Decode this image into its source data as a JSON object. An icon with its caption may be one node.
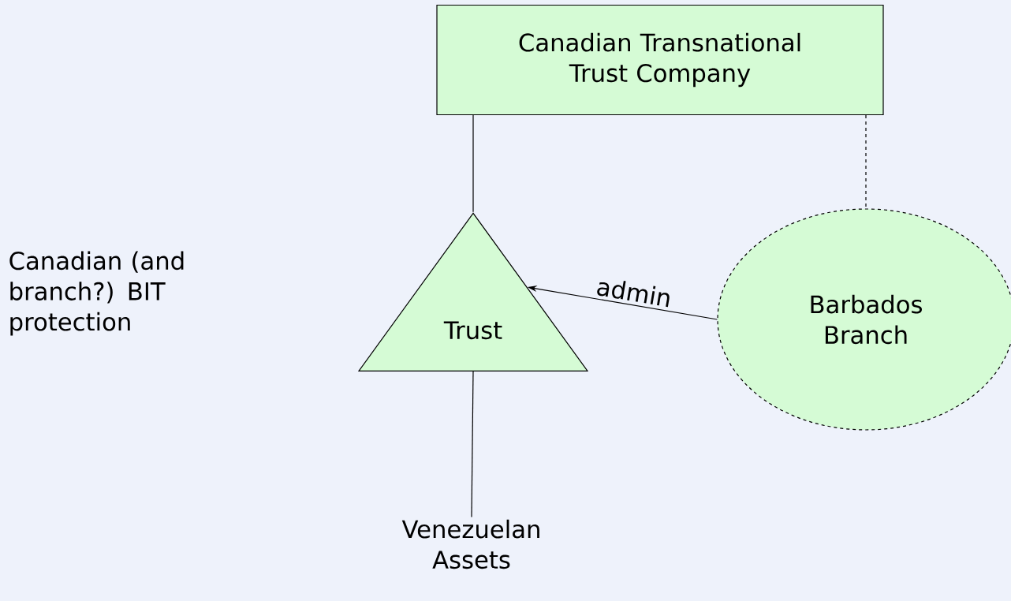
{
  "diagram": {
    "nodes": [
      {
        "text": [
          "Canadian Transnational Trust Company"
        ]
      },
      {
        "text": [
          "Trust"
        ]
      },
      {
        "text": [
          "Barbados Branch"
        ]
      },
      {
        "text": [
          "Venezuelan Assets"
        ]
      }
    ],
    "edges": [
      {
        "from": 0,
        "to": 1,
        "arrow": "none"
      },
      {
        "from": 0,
        "to": 2,
        "arrow": "none",
        "style": "dashed"
      },
      {
        "from": 2,
        "to": 1,
        "arrow": "to",
        "label": "admin"
      },
      {
        "from": 1,
        "to": 3,
        "arrow": "none"
      }
    ],
    "labels": [
      "Canadian (and branch?) BIT protection"
    ]
  }
}
